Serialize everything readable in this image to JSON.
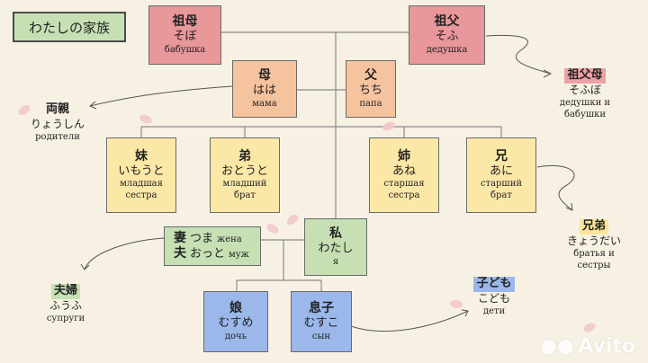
{
  "title": "わたしの家族",
  "boxes": {
    "grandmother": {
      "kanji": "祖母",
      "kana": "そぼ",
      "ru": "бабушка"
    },
    "grandfather": {
      "kanji": "祖父",
      "kana": "そふ",
      "ru": "дедушка"
    },
    "mother": {
      "kanji": "母",
      "kana": "はは",
      "ru": "мама"
    },
    "father": {
      "kanji": "父",
      "kana": "ちち",
      "ru": "папа"
    },
    "younger_sister": {
      "kanji": "妹",
      "kana": "いもうと",
      "ru1": "младшая",
      "ru2": "сестра"
    },
    "younger_brother": {
      "kanji": "弟",
      "kana": "おとうと",
      "ru1": "младший",
      "ru2": "брат"
    },
    "older_sister": {
      "kanji": "姉",
      "kana": "あね",
      "ru1": "старшая",
      "ru2": "сестра"
    },
    "older_brother": {
      "kanji": "兄",
      "kana": "あに",
      "ru1": "старший",
      "ru2": "брат"
    },
    "me": {
      "kanji": "私",
      "kana": "わたし",
      "ru": "я"
    },
    "wife": {
      "kanji": "妻",
      "kana": "つま",
      "ru": "жена"
    },
    "husband": {
      "kanji": "夫",
      "kana": "おっと",
      "ru": "муж"
    },
    "daughter": {
      "kanji": "娘",
      "kana": "むすめ",
      "ru": "дочь"
    },
    "son": {
      "kanji": "息子",
      "kana": "むすこ",
      "ru": "сын"
    }
  },
  "side_labels": {
    "grandparents": {
      "kanji": "祖父母",
      "kana": "そふぼ",
      "ru1": "дедушки и",
      "ru2": "бабушки"
    },
    "parents": {
      "kanji": "両親",
      "kana": "りょうしん",
      "ru": "родители"
    },
    "siblings": {
      "kanji": "兄弟",
      "kana": "きょうだい",
      "ru1": "братья и",
      "ru2": "сестры"
    },
    "married_couple": {
      "kanji": "夫婦",
      "kana": "ふうふ",
      "ru": "супруги"
    },
    "children": {
      "kanji": "子ども",
      "kana": "こども",
      "ru": "дети"
    }
  },
  "watermark": "Avito",
  "colors": {
    "background": "#f7f1e3",
    "grandparents_box": "#e8979a",
    "parents_box": "#f6c39f",
    "siblings_box": "#fce8a6",
    "self_spouse_box": "#c6e0b4",
    "children_box": "#9cb8ea"
  }
}
